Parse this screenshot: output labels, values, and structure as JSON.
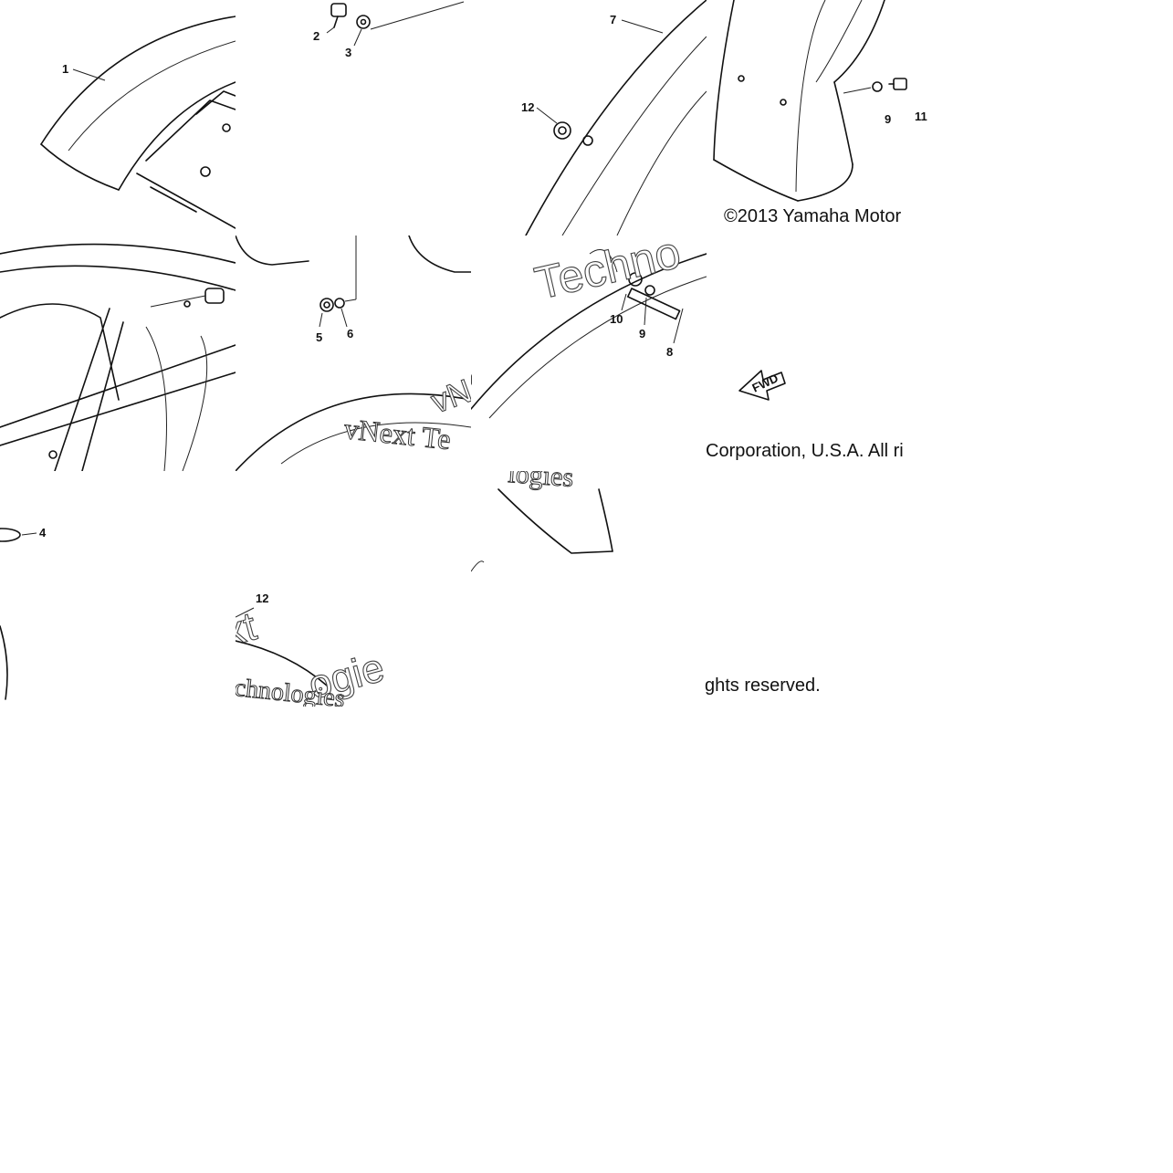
{
  "copyright": {
    "line1": "©2013 Yamaha Motor",
    "line2": "Corporation, U.S.A. All ri",
    "line3": "ghts reserved."
  },
  "watermark": {
    "brand1": "Techno",
    "brand2": "vNext Te",
    "brand3": "logies",
    "brand4": "xt",
    "brand5": "ogie",
    "brand6": "chnologies",
    "brand7": "vN"
  },
  "fwd_arrow": {
    "label": "FWD"
  },
  "callouts": {
    "c1": "1",
    "c2": "2",
    "c3": "3",
    "c4": "4",
    "c5": "5",
    "c6": "6",
    "c7": "7",
    "c8": "8",
    "c9a": "9",
    "c9b": "9",
    "c10": "10",
    "c11": "11",
    "c12a": "12",
    "c12b": "12"
  }
}
